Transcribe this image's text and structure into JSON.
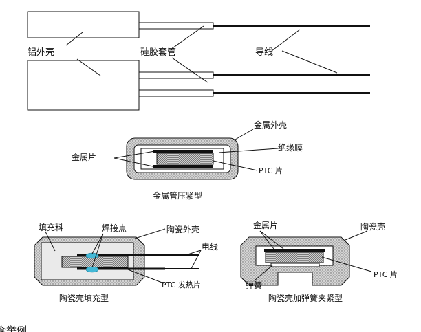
{
  "labels": {
    "aluminum_shell": "铝外壳",
    "silicone_sleeve": "硅胶套管",
    "lead_wire": "导线",
    "metal_shell": "金属外壳",
    "metal_sheet": "金属片",
    "insulation_film": "绝缘膜",
    "ptc_chip": "PTC 片",
    "metal_tube_caption": "金属管压紧型",
    "filler": "填充料",
    "solder_joint": "焊接点",
    "ceramic_outer_shell": "陶瓷外壳",
    "electric_wire": "电线",
    "ptc_heating_chip": "PTC 发热片",
    "ceramic_fill_caption": "陶瓷壳填充型",
    "metal_sheet_2": "金属片",
    "ceramic_shell": "陶瓷壳",
    "spring": "弹簧",
    "ptc_chip_2": "PTC 片",
    "ceramic_spring_caption": "陶瓷壳加弹簧夹紧型",
    "bottom_cut_text": "含举例"
  },
  "colors": {
    "stroke": "#111111",
    "shell_fill": "#d9d9d9",
    "filler_fill": "#e9e9e9",
    "solder": "#43b8d6",
    "wire": "#111111"
  }
}
